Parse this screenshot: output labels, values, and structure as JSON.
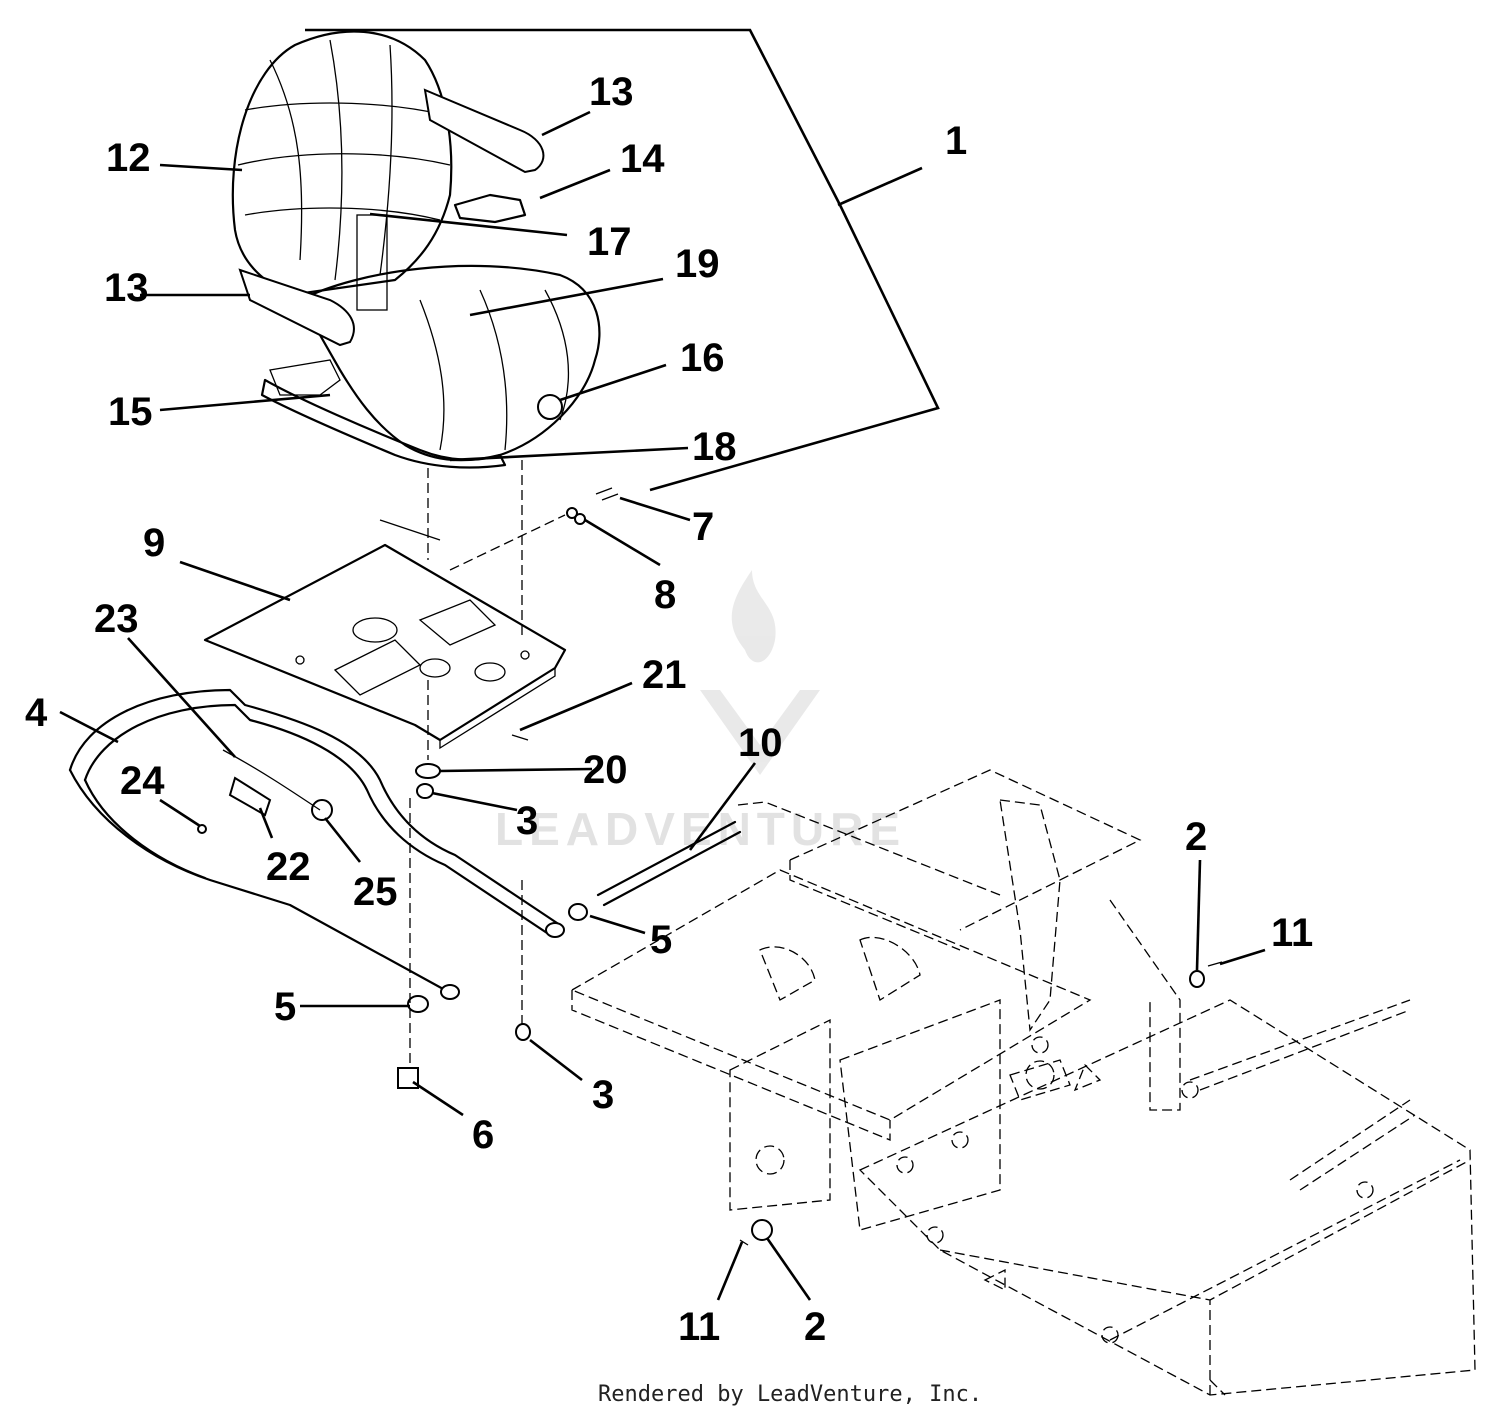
{
  "diagram": {
    "callouts": [
      "1",
      "2",
      "3",
      "4",
      "5",
      "6",
      "7",
      "8",
      "9",
      "10",
      "11",
      "12",
      "13",
      "14",
      "15",
      "16",
      "17",
      "18",
      "19",
      "20",
      "21",
      "22",
      "23",
      "24",
      "25"
    ],
    "watermark": {
      "text": "LEADVENTURE",
      "logo": "flame-v-logo"
    },
    "credit": "Rendered by LeadVenture, Inc."
  }
}
